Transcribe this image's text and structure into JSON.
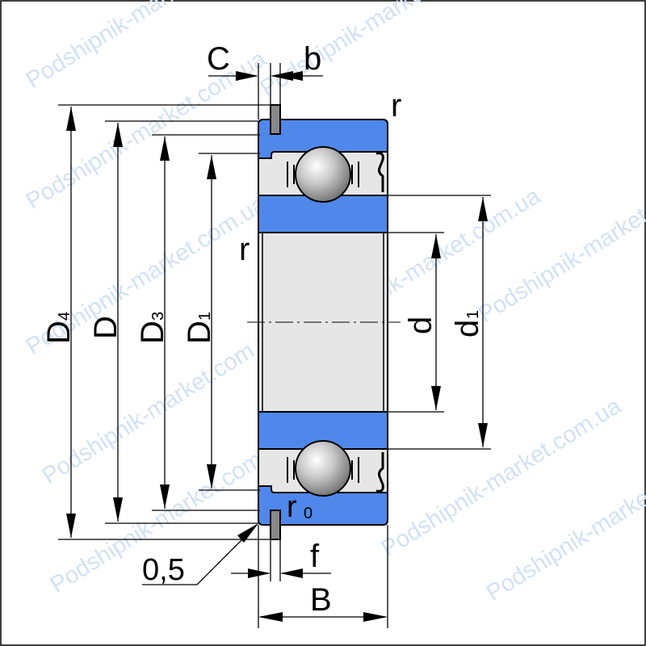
{
  "watermark": {
    "text": "Podshipnik-market.com.ua"
  },
  "labels": {
    "C": "C",
    "b": "b",
    "r_top": "r",
    "r_side": "r",
    "r0": "r",
    "r0_sub": "0",
    "D4": "D",
    "D4_sub": "4",
    "D": "D",
    "D3": "D",
    "D3_sub": "3",
    "D1": "D",
    "D1_sub": "1",
    "d": "d",
    "d1": "d",
    "d1_sub": "1",
    "f": "f",
    "chamfer": "0,5",
    "B": "B"
  },
  "colors": {
    "ring": "#4f88ea",
    "inner_grey": "#e6e6e6",
    "watermark": "#d2e2f5"
  }
}
